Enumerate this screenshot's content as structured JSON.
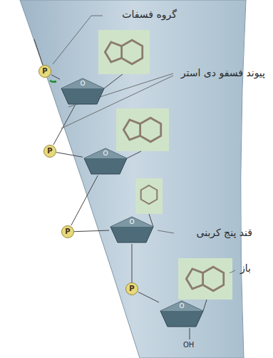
{
  "diagram": {
    "nodes": [
      {
        "text": [
          "P"
        ]
      },
      {
        "text": [
          "O"
        ]
      },
      {
        "text": [
          "P"
        ]
      },
      {
        "text": [
          "O"
        ]
      },
      {
        "text": [
          "P"
        ]
      },
      {
        "text": [
          "O"
        ]
      },
      {
        "text": [
          "P"
        ]
      },
      {
        "text": [
          "O"
        ]
      }
    ],
    "edges": [
      {
        "from": 0,
        "to": 1,
        "arrow": "none"
      },
      {
        "from": 1,
        "to": 2,
        "arrow": "none"
      },
      {
        "from": 2,
        "to": 3,
        "arrow": "none"
      },
      {
        "from": 3,
        "to": 4,
        "arrow": "none"
      },
      {
        "from": 4,
        "to": 5,
        "arrow": "none"
      },
      {
        "from": 5,
        "to": 6,
        "arrow": "none"
      },
      {
        "from": 6,
        "to": 7,
        "arrow": "none"
      }
    ],
    "labels": [
      "گروه فسفات",
      "پیوند فسفو دی استر",
      "قند پنج کربنی",
      "باز",
      "OH"
    ]
  }
}
